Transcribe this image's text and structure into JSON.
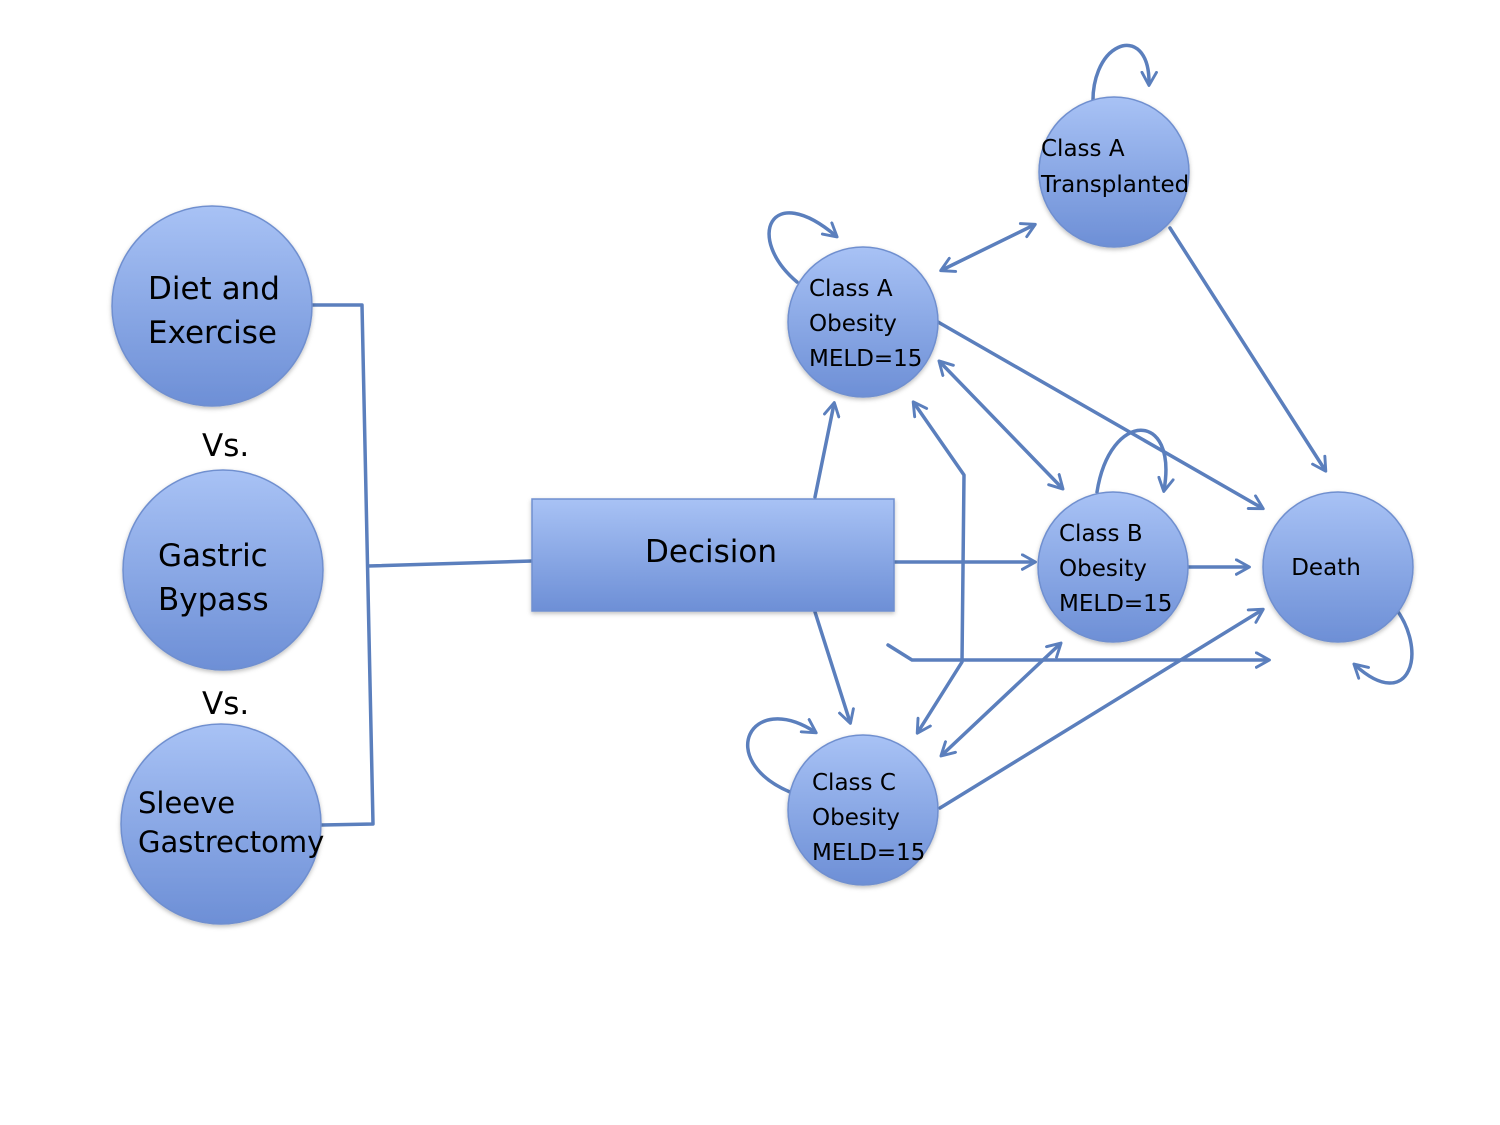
{
  "options": {
    "diet": [
      "Diet and",
      "Exercise"
    ],
    "vs1": "Vs.",
    "bypass": [
      "Gastric",
      "Bypass"
    ],
    "vs2": "Vs.",
    "sleeve": [
      "Sleeve",
      "Gastrectomy"
    ]
  },
  "decision": "Decision",
  "states": {
    "a_transplanted": [
      "Class A",
      "Transplanted"
    ],
    "a_obesity": [
      "Class A",
      "Obesity",
      "MELD=15"
    ],
    "b_obesity": [
      "Class B",
      "Obesity",
      "MELD=15"
    ],
    "c_obesity": [
      "Class C",
      "Obesity",
      "MELD=15"
    ],
    "death": "Death"
  },
  "colors": {
    "node_top": "#a8c2f5",
    "node_bottom": "#6d8fd6",
    "edge": "#5b7fbd"
  }
}
